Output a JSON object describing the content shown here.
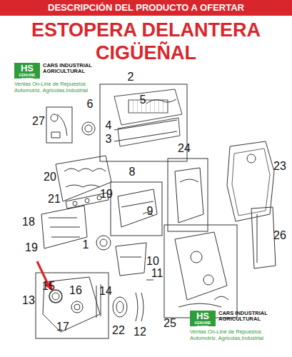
{
  "diagram": {
    "title": "DESCRIPCIÓN DEL PRODUCTO A OFERTAR",
    "labels": [
      "ESTOPERA DELANTERA CIGÜEÑAL",
      "HS",
      "GENUINE PARTS",
      "CARS INDUSTRIAL AGRICULTURAL",
      "Ventas On-Line de Repuestos Automotriz, Agricolas,Industrial",
      "2",
      "5",
      "4",
      "3",
      "27",
      "6",
      "24",
      "23",
      "20",
      "8",
      "21",
      "19",
      "18",
      "19",
      "9",
      "1",
      "26",
      "10",
      "11",
      "25",
      "15",
      "13",
      "16",
      "14",
      "17",
      "22",
      "12",
      "HS",
      "GENUINE PARTS",
      "CARS INDUSTRIAL AGRICULTURAL",
      "Ventas On-Line de Repuestos Automotriz, Agricolas,Industrial"
    ]
  }
}
